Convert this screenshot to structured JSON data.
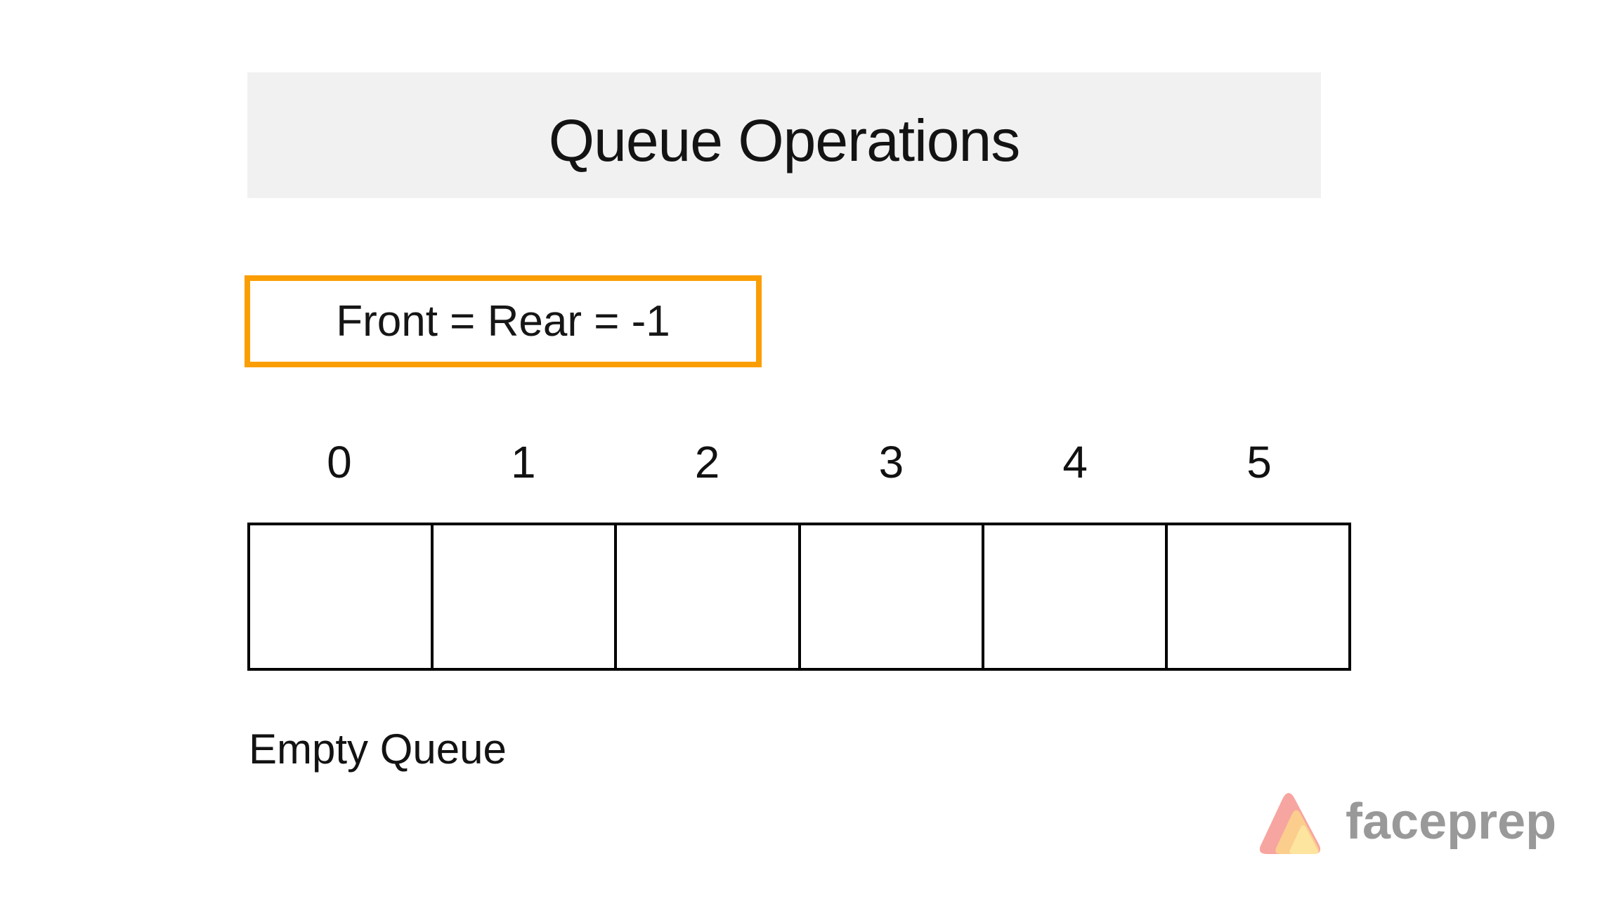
{
  "header": {
    "title": "Queue Operations",
    "bg": "#F1F1F1"
  },
  "state_box": {
    "text": "Front = Rear = -1",
    "border_color": "#FB9E04"
  },
  "queue": {
    "indices": [
      "0",
      "1",
      "2",
      "3",
      "4",
      "5"
    ],
    "cells": [
      "",
      "",
      "",
      "",
      "",
      ""
    ]
  },
  "caption": "Empty Queue",
  "brand": {
    "name": "faceprep",
    "text_color": "#999999",
    "logo_colors": {
      "outer": "#F7A5A0",
      "middle": "#FBCE8D",
      "inner": "#FDE5A0"
    }
  }
}
